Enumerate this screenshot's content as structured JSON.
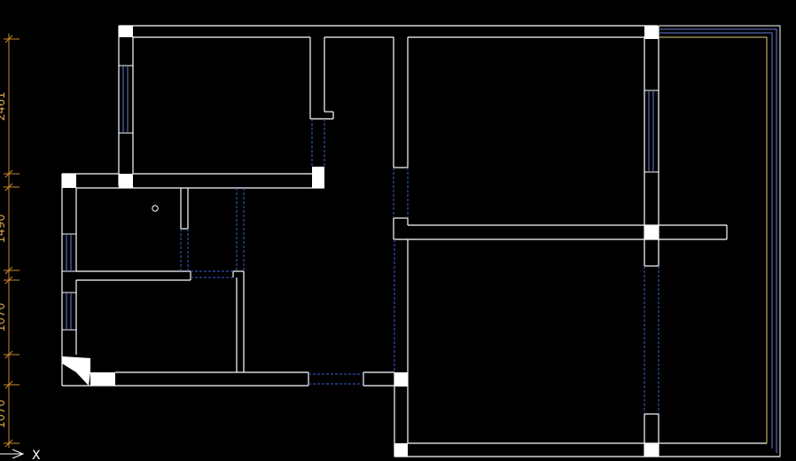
{
  "canvas": {
    "background": "#000000"
  },
  "colors": {
    "wall": "#ffffff",
    "opening": "#3a5fd6",
    "window": "#6a7bd8",
    "dimension": "#c88a2c",
    "balcony_rail": "#e8d27a"
  },
  "dimensions": [
    {
      "label": "2461"
    },
    {
      "label": "1490"
    },
    {
      "label": "1070"
    },
    {
      "label": "1070"
    }
  ],
  "axis": {
    "label": "X"
  }
}
